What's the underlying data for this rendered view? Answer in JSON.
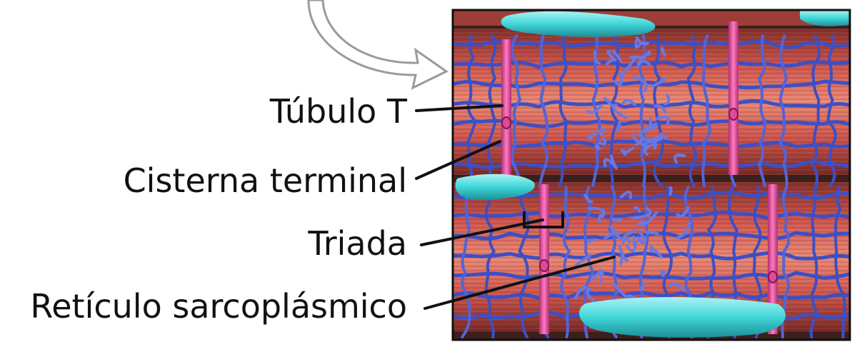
{
  "labels": {
    "t_tubule": "Túbulo T",
    "terminal_cistern": "Cisterna terminal",
    "triad": "Triada",
    "sarcoplasmic_reticulum": "Retículo sarcoplásmico"
  },
  "colors": {
    "muscle_fiber": "#c8524b",
    "muscle_highlight": "#e98a76",
    "reticulum_blue": "#3d4fc4",
    "reticulum_light": "#6a78e0",
    "t_tubule_pink": "#e0489a",
    "cistern_cyan": "#3fd6d8",
    "dark_gap": "#3a1f1c",
    "leader_line": "#111111",
    "arrow_gray": "#9a9a9a"
  }
}
